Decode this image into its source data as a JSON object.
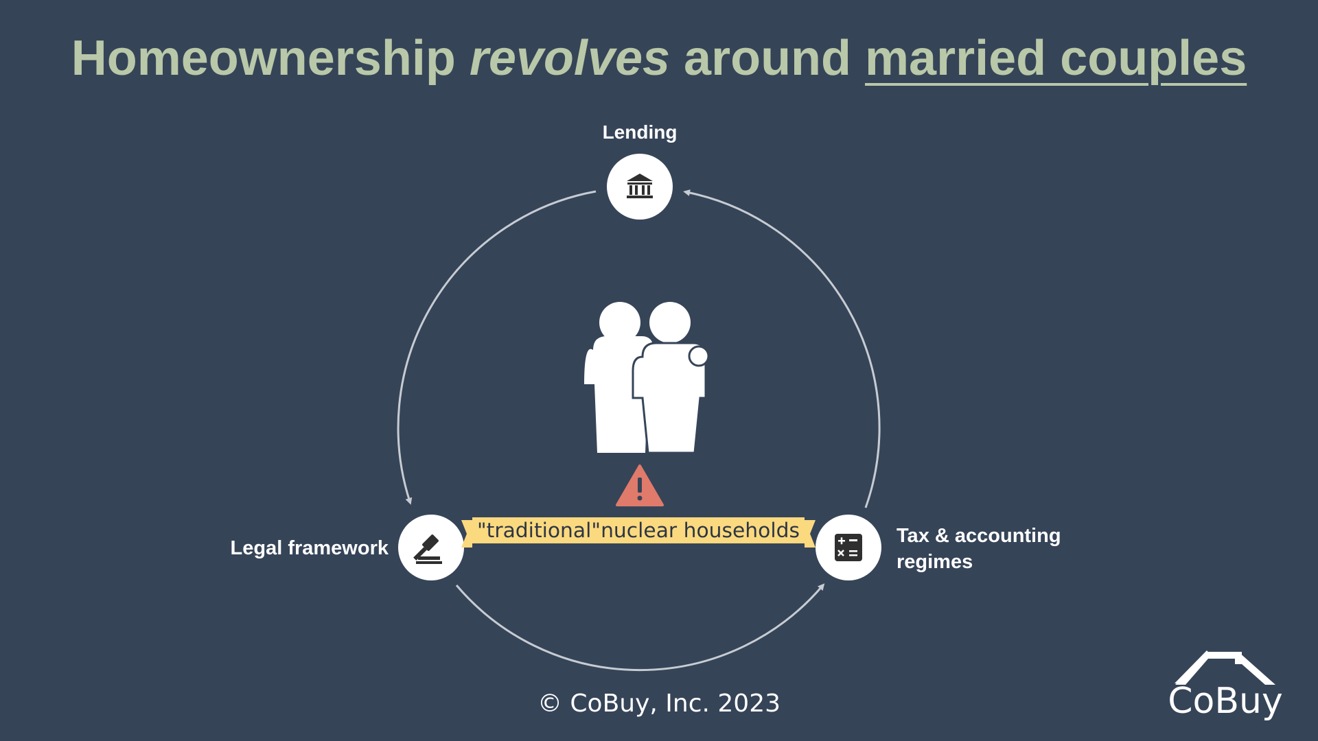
{
  "title": {
    "part1": "Homeownership ",
    "part2": "revolves",
    "part3": " around ",
    "part4": "married couples"
  },
  "nodes": {
    "lending": {
      "label": "Lending",
      "icon": "bank-icon"
    },
    "legal": {
      "label": "Legal framework",
      "icon": "gavel-icon"
    },
    "tax": {
      "label_line1": "Tax & accounting",
      "label_line2": "regimes",
      "icon": "calculator-icon"
    }
  },
  "center": {
    "icon": "family-icon",
    "warning_icon": "warning-icon",
    "banner_text": "\"traditional\"nuclear households"
  },
  "footer": {
    "copyright": "© CoBuy, Inc. 2023"
  },
  "logo": {
    "text": "CoBuy",
    "icon": "house-roof-icon"
  },
  "colors": {
    "background": "#364458",
    "title": "#b9c8a8",
    "banner": "#fbd97f",
    "warning": "#e07a6a",
    "ring": "#c7ccd3"
  }
}
